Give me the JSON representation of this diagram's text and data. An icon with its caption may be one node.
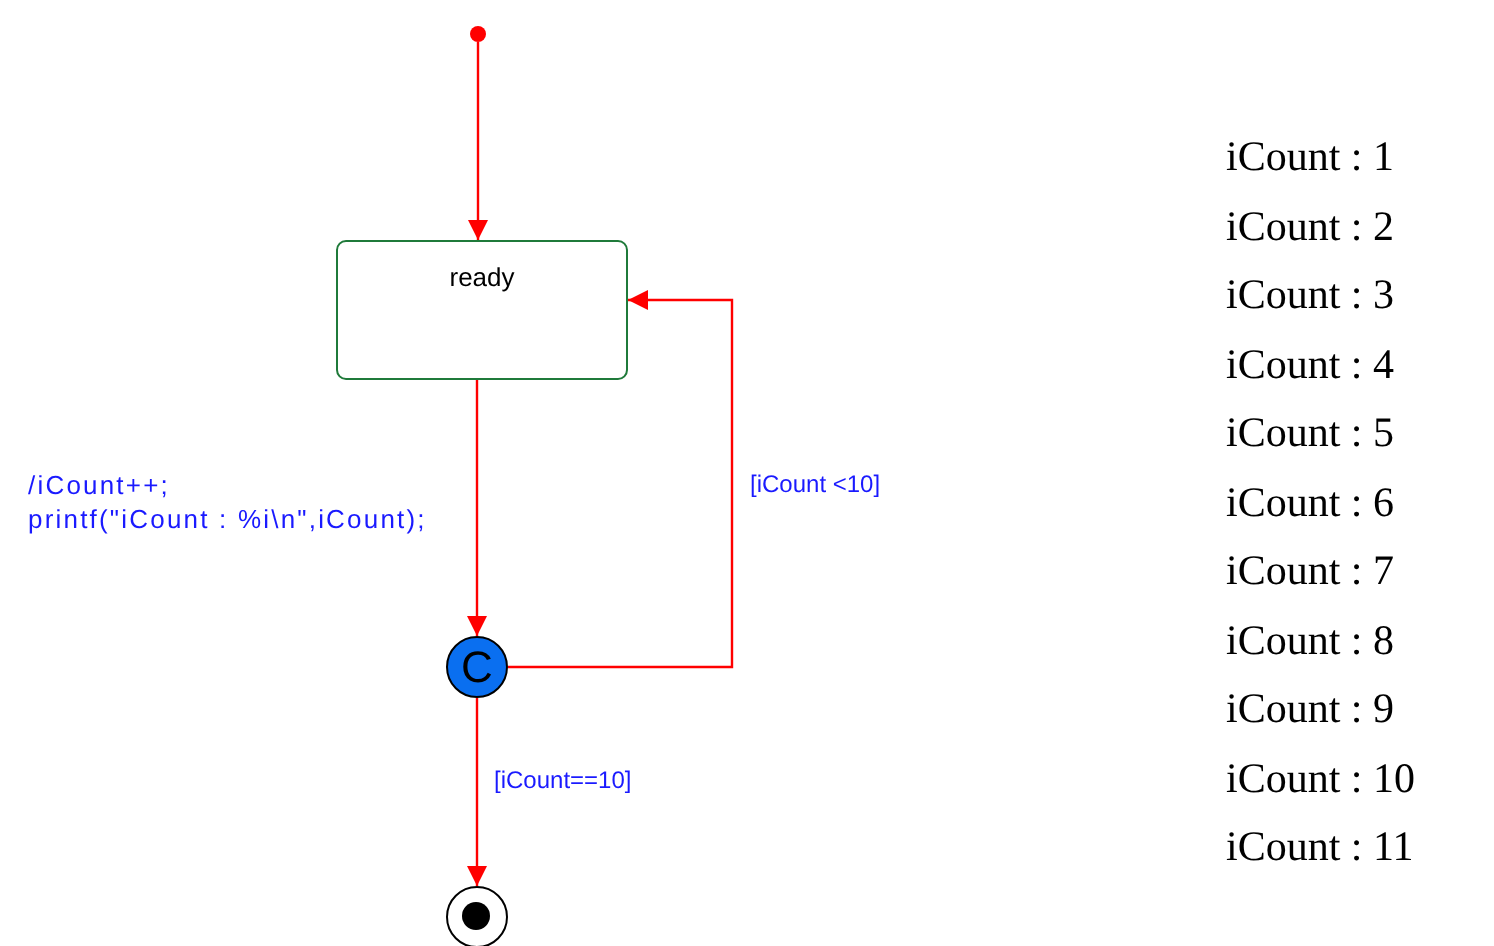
{
  "diagram": {
    "nodes": [
      {
        "text": [],
        "shape": "circle"
      },
      {
        "text": [
          "ready"
        ]
      },
      {
        "text": [
          "C"
        ]
      },
      {
        "text": [],
        "shape": "circle"
      }
    ],
    "edges": [
      {
        "from": 0,
        "to": 1,
        "arrow": "to"
      },
      {
        "from": 1,
        "to": 2,
        "arrow": "to",
        "label": "/iCount++; printf(\"iCount : %i\\n\",iCount);"
      },
      {
        "from": 2,
        "to": 1,
        "arrow": "to",
        "label": "[iCount <10]"
      },
      {
        "from": 2,
        "to": 3,
        "arrow": "to",
        "label": "[iCount==10]"
      }
    ],
    "labels": [
      "iCount : 1",
      "iCount : 2",
      "iCount : 3",
      "iCount : 4",
      "iCount : 5",
      "iCount : 6",
      "iCount : 7",
      "iCount : 8",
      "iCount : 9",
      "iCount : 10",
      "iCount : 11"
    ]
  }
}
